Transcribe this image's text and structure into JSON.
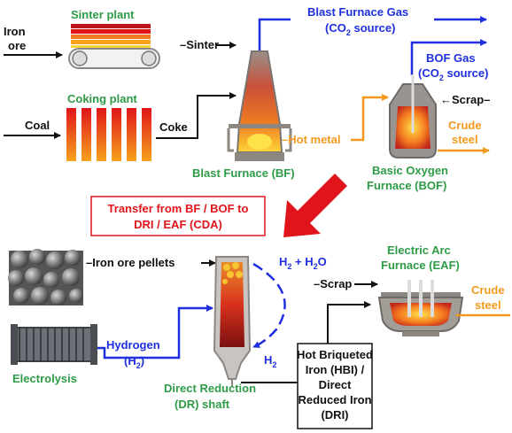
{
  "colors": {
    "green_label": "#2e9b47",
    "blue_gas": "#1f2fe0",
    "orange_metal": "#f39a1e",
    "red_transfer": "#e0151b",
    "black": "#111111"
  },
  "top": {
    "iron_ore_1": "Iron",
    "iron_ore_2": "ore",
    "sinter_plant": "Sinter plant",
    "sinter": "Sinter",
    "coking_plant": "Coking plant",
    "coal": "Coal",
    "coke": "Coke",
    "bf_gas_1": "Blast Furnace Gas",
    "bf_gas_2": "(CO",
    "bf_gas_2_sub": "2",
    "bf_gas_2_end": " source)",
    "bof_gas_1": "BOF Gas",
    "bof_gas_2": "(CO",
    "bof_gas_2_sub": "2",
    "bof_gas_2_end": " source)",
    "scrap": "Scrap",
    "hot_metal": "Hot metal",
    "crude_steel_1": "Crude",
    "crude_steel_2": "steel",
    "blast_furnace": "Blast Furnace (BF)",
    "bof_1": "Basic Oxygen",
    "bof_2": "Furnace (BOF)"
  },
  "transfer": {
    "line1": "Transfer from BF / BOF to",
    "line2": "DRI / EAF (CDA)"
  },
  "bottom": {
    "iron_ore_pellets": "Iron ore pellets",
    "h2_h2o_1": "H",
    "h2_h2o_sub1": "2",
    "h2_h2o_2": " + H",
    "h2_h2o_sub2": "2",
    "h2_h2o_3": "O",
    "h2_loop": "H",
    "h2_loop_sub": "2",
    "hydrogen_1": "Hydrogen",
    "hydrogen_2": "(H",
    "hydrogen_2_sub": "2",
    "hydrogen_2_end": ")",
    "electrolysis": "Electrolysis",
    "dr_shaft_1": "Direct Reduction",
    "dr_shaft_2": "(DR) shaft",
    "eaf_1": "Electric Arc",
    "eaf_2": "Furnace (EAF)",
    "scrap": "Scrap",
    "crude_steel_1": "Crude",
    "crude_steel_2": "steel",
    "hbi_1": "Hot Briqueted",
    "hbi_2": "Iron (HBI) /",
    "hbi_3": "Direct",
    "hbi_4": "Reduced Iron",
    "hbi_5": "(DRI)"
  }
}
